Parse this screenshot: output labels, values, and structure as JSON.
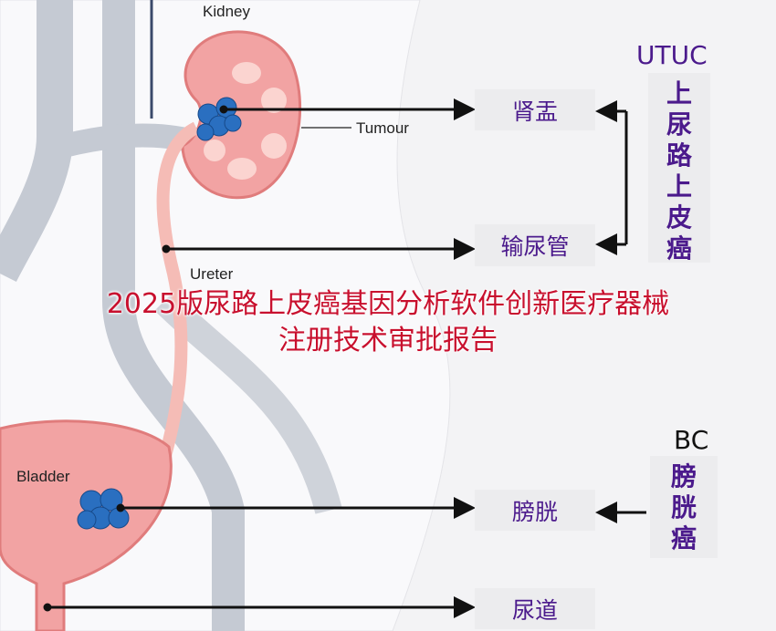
{
  "anatomy_labels": {
    "kidney": "Kidney",
    "tumour": "Tumour",
    "ureter": "Ureter",
    "bladder": "Bladder"
  },
  "utuc": {
    "abbr": "UTUC",
    "chars": [
      "上",
      "尿",
      "路",
      "上",
      "皮",
      "癌"
    ],
    "color": "#4b1a8c"
  },
  "bc": {
    "abbr": "BC",
    "chars": [
      "膀",
      "胱",
      "癌"
    ]
  },
  "boxes": {
    "renal_pelvis": "肾盂",
    "ureter": "输尿管",
    "bladder": "膀胱",
    "urethra": "尿道"
  },
  "title": {
    "line1": "2025版尿路上皮癌基因分析软件创新医疗器械",
    "line2": "注册技术审批报告",
    "color": "#c8102e"
  }
}
